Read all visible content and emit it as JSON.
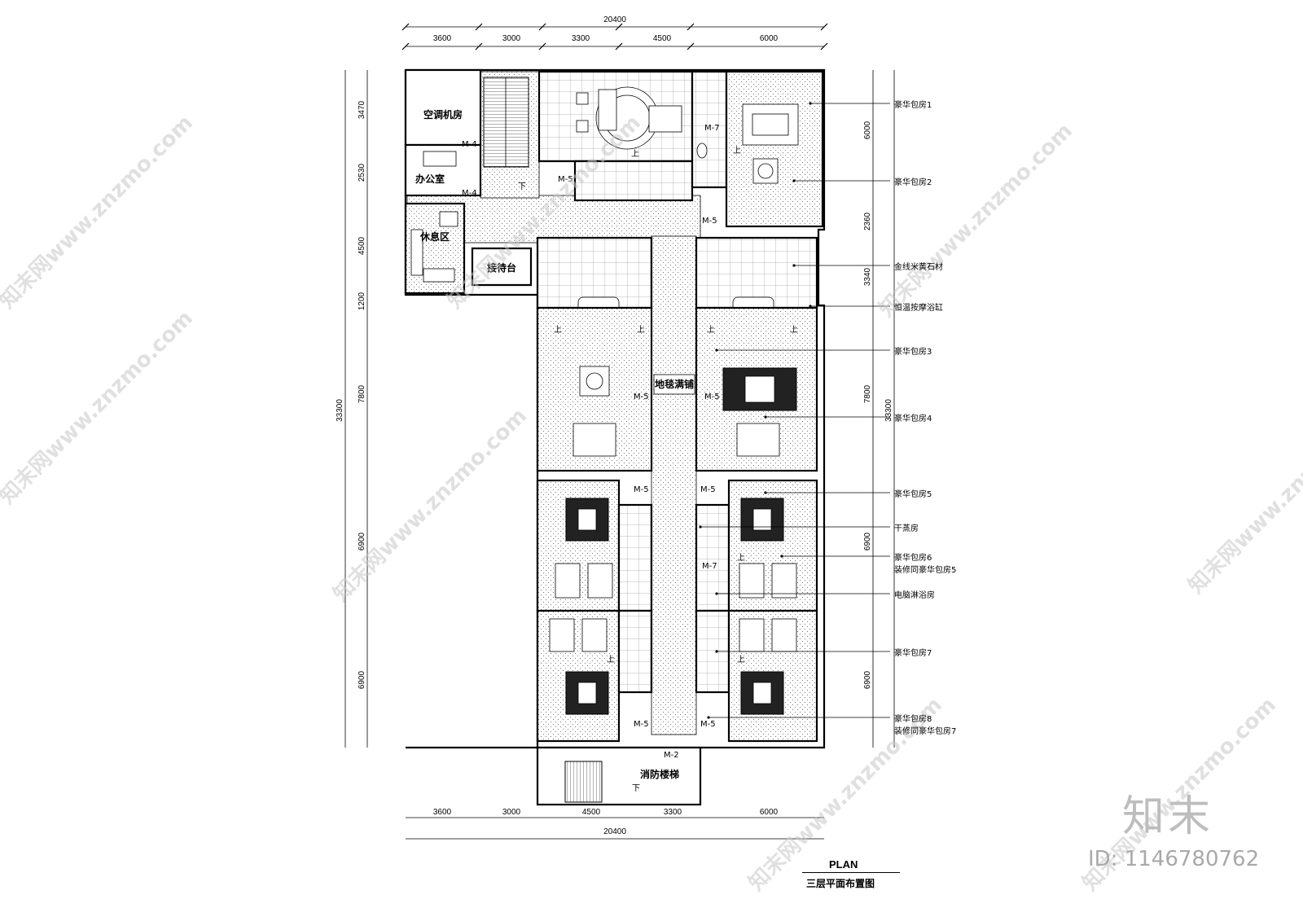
{
  "dims": {
    "top_total": "20400",
    "top_segments": [
      "3600",
      "3000",
      "3300",
      "4500",
      "6000"
    ],
    "bottom_total": "20400",
    "bottom_segments": [
      "3600",
      "3000",
      "4500",
      "3300",
      "6000"
    ],
    "left_total": "33300",
    "left_segments": [
      "3470",
      "2530",
      "4500",
      "1200",
      "7800",
      "6900",
      "6900"
    ],
    "right_total": "33300",
    "right_segments": [
      "6000",
      "2360",
      "3340",
      "7800",
      "6900",
      "6900"
    ]
  },
  "rooms": {
    "ac_room": "空调机房",
    "office": "办公室",
    "lounge": "休息区",
    "reception": "接待台",
    "carpet": "地毯满铺",
    "fire_stair": "消防楼梯"
  },
  "marks": {
    "up": "上",
    "down": "下",
    "m4": "M-4",
    "m5": "M-5",
    "m7": "M-7",
    "m2": "M-2"
  },
  "callouts": [
    "豪华包房1",
    "豪华包房2",
    "金线米黄石材",
    "恒温按摩浴缸",
    "豪华包房3",
    "豪华包房4",
    "豪华包房5",
    "干蒸房",
    "豪华包房6",
    "装修同豪华包房5",
    "电脑淋浴房",
    "豪华包房7",
    "豪华包房8",
    "装修同豪华包房7"
  ],
  "title": {
    "plan": "PLAN",
    "name": "三层平面布置图"
  },
  "watermark": {
    "site": "知末网www.znzmo.com",
    "brand": "知末",
    "id": "ID: 1146780762"
  }
}
